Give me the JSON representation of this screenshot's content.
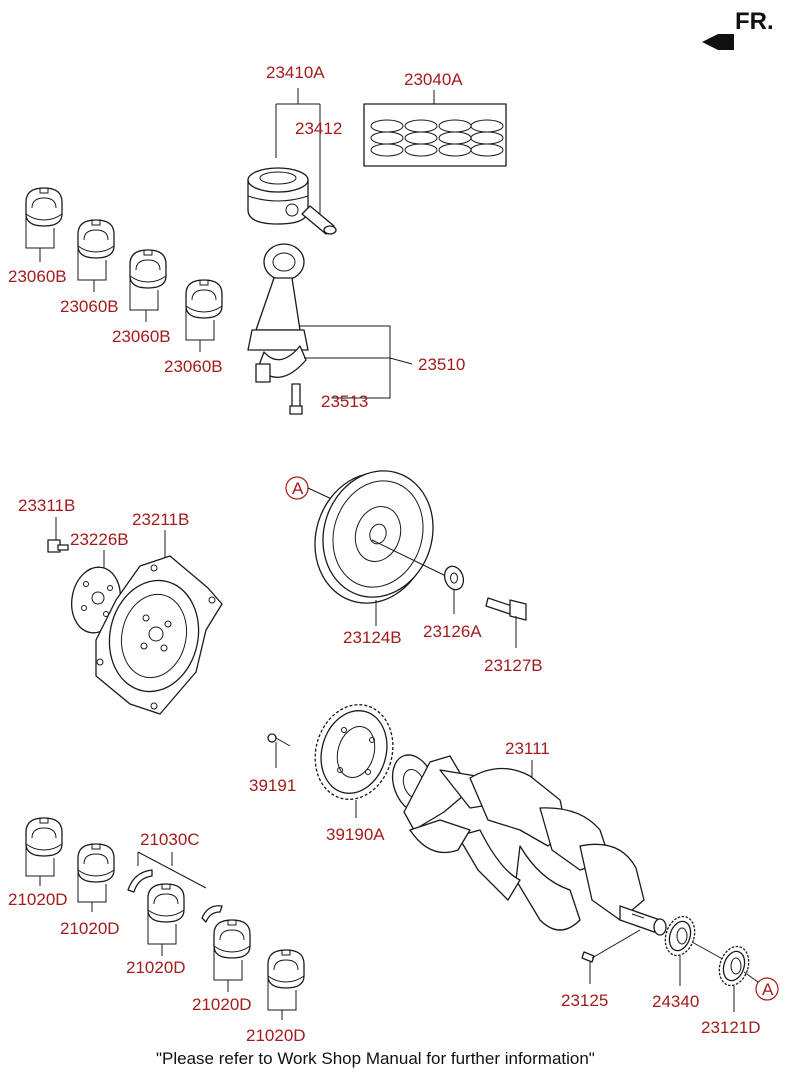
{
  "orientation": {
    "label": "FR."
  },
  "callout_letter": "A",
  "parts": {
    "piston_assy": "23410A",
    "piston_ring_set": "23040A",
    "piston_pin": "23412",
    "conrod_bearing_1": "23060B",
    "conrod_bearing_2": "23060B",
    "conrod_bearing_3": "23060B",
    "conrod_bearing_4": "23060B",
    "connecting_rod": "23510",
    "conrod_bolt": "23513",
    "flywheel_bolt": "23311B",
    "flywheel_plate": "23226B",
    "flywheel": "23211B",
    "damper_pulley": "23124B",
    "pulley_washer": "23126A",
    "pulley_bolt": "23127B",
    "crankshaft": "23111",
    "ring_gear_bolt": "39191",
    "ring_gear": "39190A",
    "thrust_bearing": "21030C",
    "main_bearing_1": "21020D",
    "main_bearing_2": "21020D",
    "main_bearing_3": "21020D",
    "main_bearing_4": "21020D",
    "main_bearing_5": "21020D",
    "crank_key": "23125",
    "crank_sprocket": "24340",
    "timing_sprocket": "23121D"
  },
  "footer_note": "\"Please refer to Work Shop Manual for further information\""
}
